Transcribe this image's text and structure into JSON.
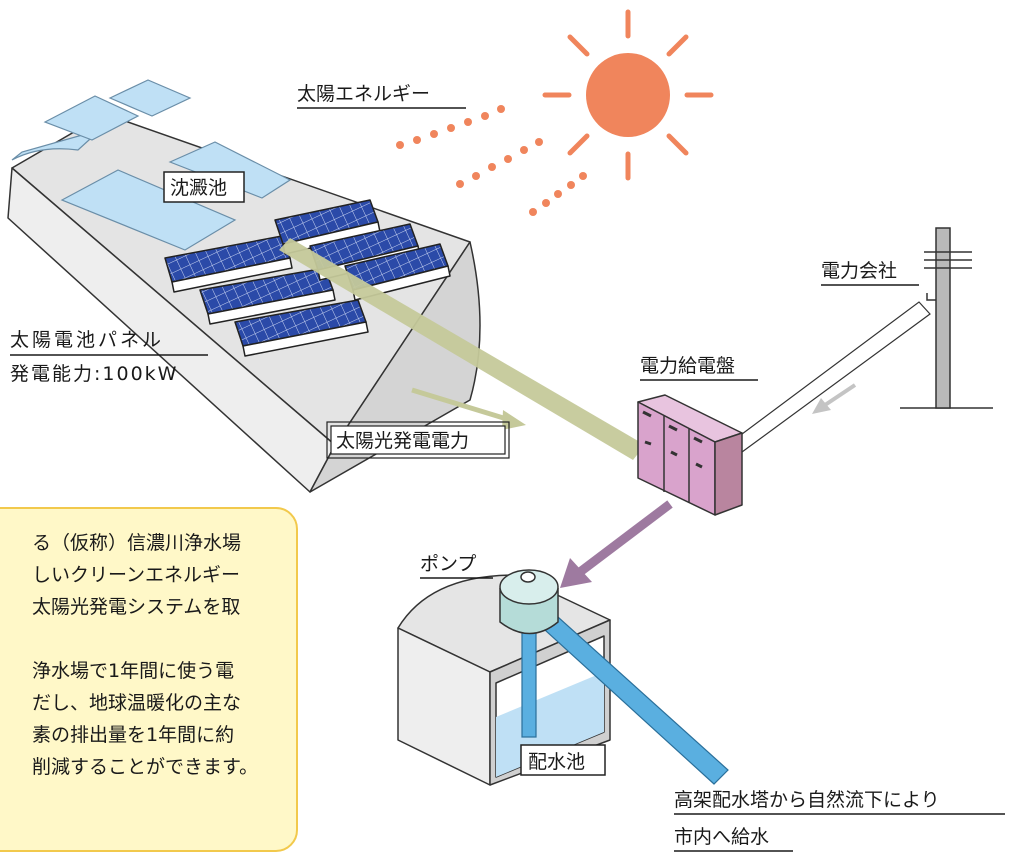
{
  "labels": {
    "solar_energy": "太陽エネルギー",
    "sedimentation_pond": "沈澱池",
    "solar_panel": "太陽電池パネル",
    "capacity": "発電能力:100kW",
    "solar_power": "太陽光発電電力",
    "power_company": "電力会社",
    "switchboard": "電力給電盤",
    "pump": "ポンプ",
    "reservoir": "配水池",
    "water_supply_line1": "高架配水塔から自然流下により",
    "water_supply_line2": "市内へ給水"
  },
  "info": {
    "paragraph1": [
      "る（仮称）信濃川浄水場",
      "しいクリーンエネルギー",
      "太陽光発電システムを取"
    ],
    "paragraph2": [
      "浄水場で1年間に使う電",
      "だし、地球温暖化の主な",
      "素の排出量を1年間に約",
      "削減することができます。"
    ]
  },
  "colors": {
    "sun": "#f0855c",
    "panel": "#2b4aa8",
    "water": "#bfe0f5",
    "solar_flow": "#c5c99a",
    "pump_flow": "#9e7aa0",
    "switchboard": "#d9a3cc",
    "pipe": "#5aafe0",
    "info_bg": "#fff8c8"
  }
}
